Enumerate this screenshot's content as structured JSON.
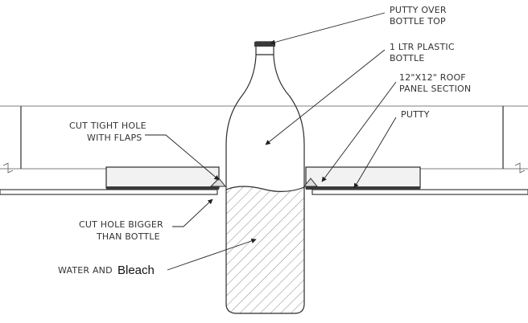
{
  "labels": {
    "putty_over_bottle_top_line1": "PUTTY OVER",
    "putty_over_bottle_top_line2": "BOTTLE TOP",
    "plastic_bottle_line1": "1 LTR PLASTIC",
    "plastic_bottle_line2": "BOTTLE",
    "roof_panel_line1": "12\"X12\" ROOF",
    "roof_panel_line2": "PANEL SECTION",
    "putty": "PUTTY",
    "cut_tight_hole_line1": "CUT TIGHT HOLE",
    "cut_tight_hole_line2": "WITH FLAPS",
    "cut_hole_bigger_line1": "CUT HOLE BIGGER",
    "cut_hole_bigger_line2": "THAN BOTTLE",
    "water_and": "WATER AND",
    "bleach": "Bleach"
  },
  "colors": {
    "ink": "#2b2b2b",
    "panel_fill": "#f2f2f2",
    "water_hatch": "#6a6a6a"
  }
}
